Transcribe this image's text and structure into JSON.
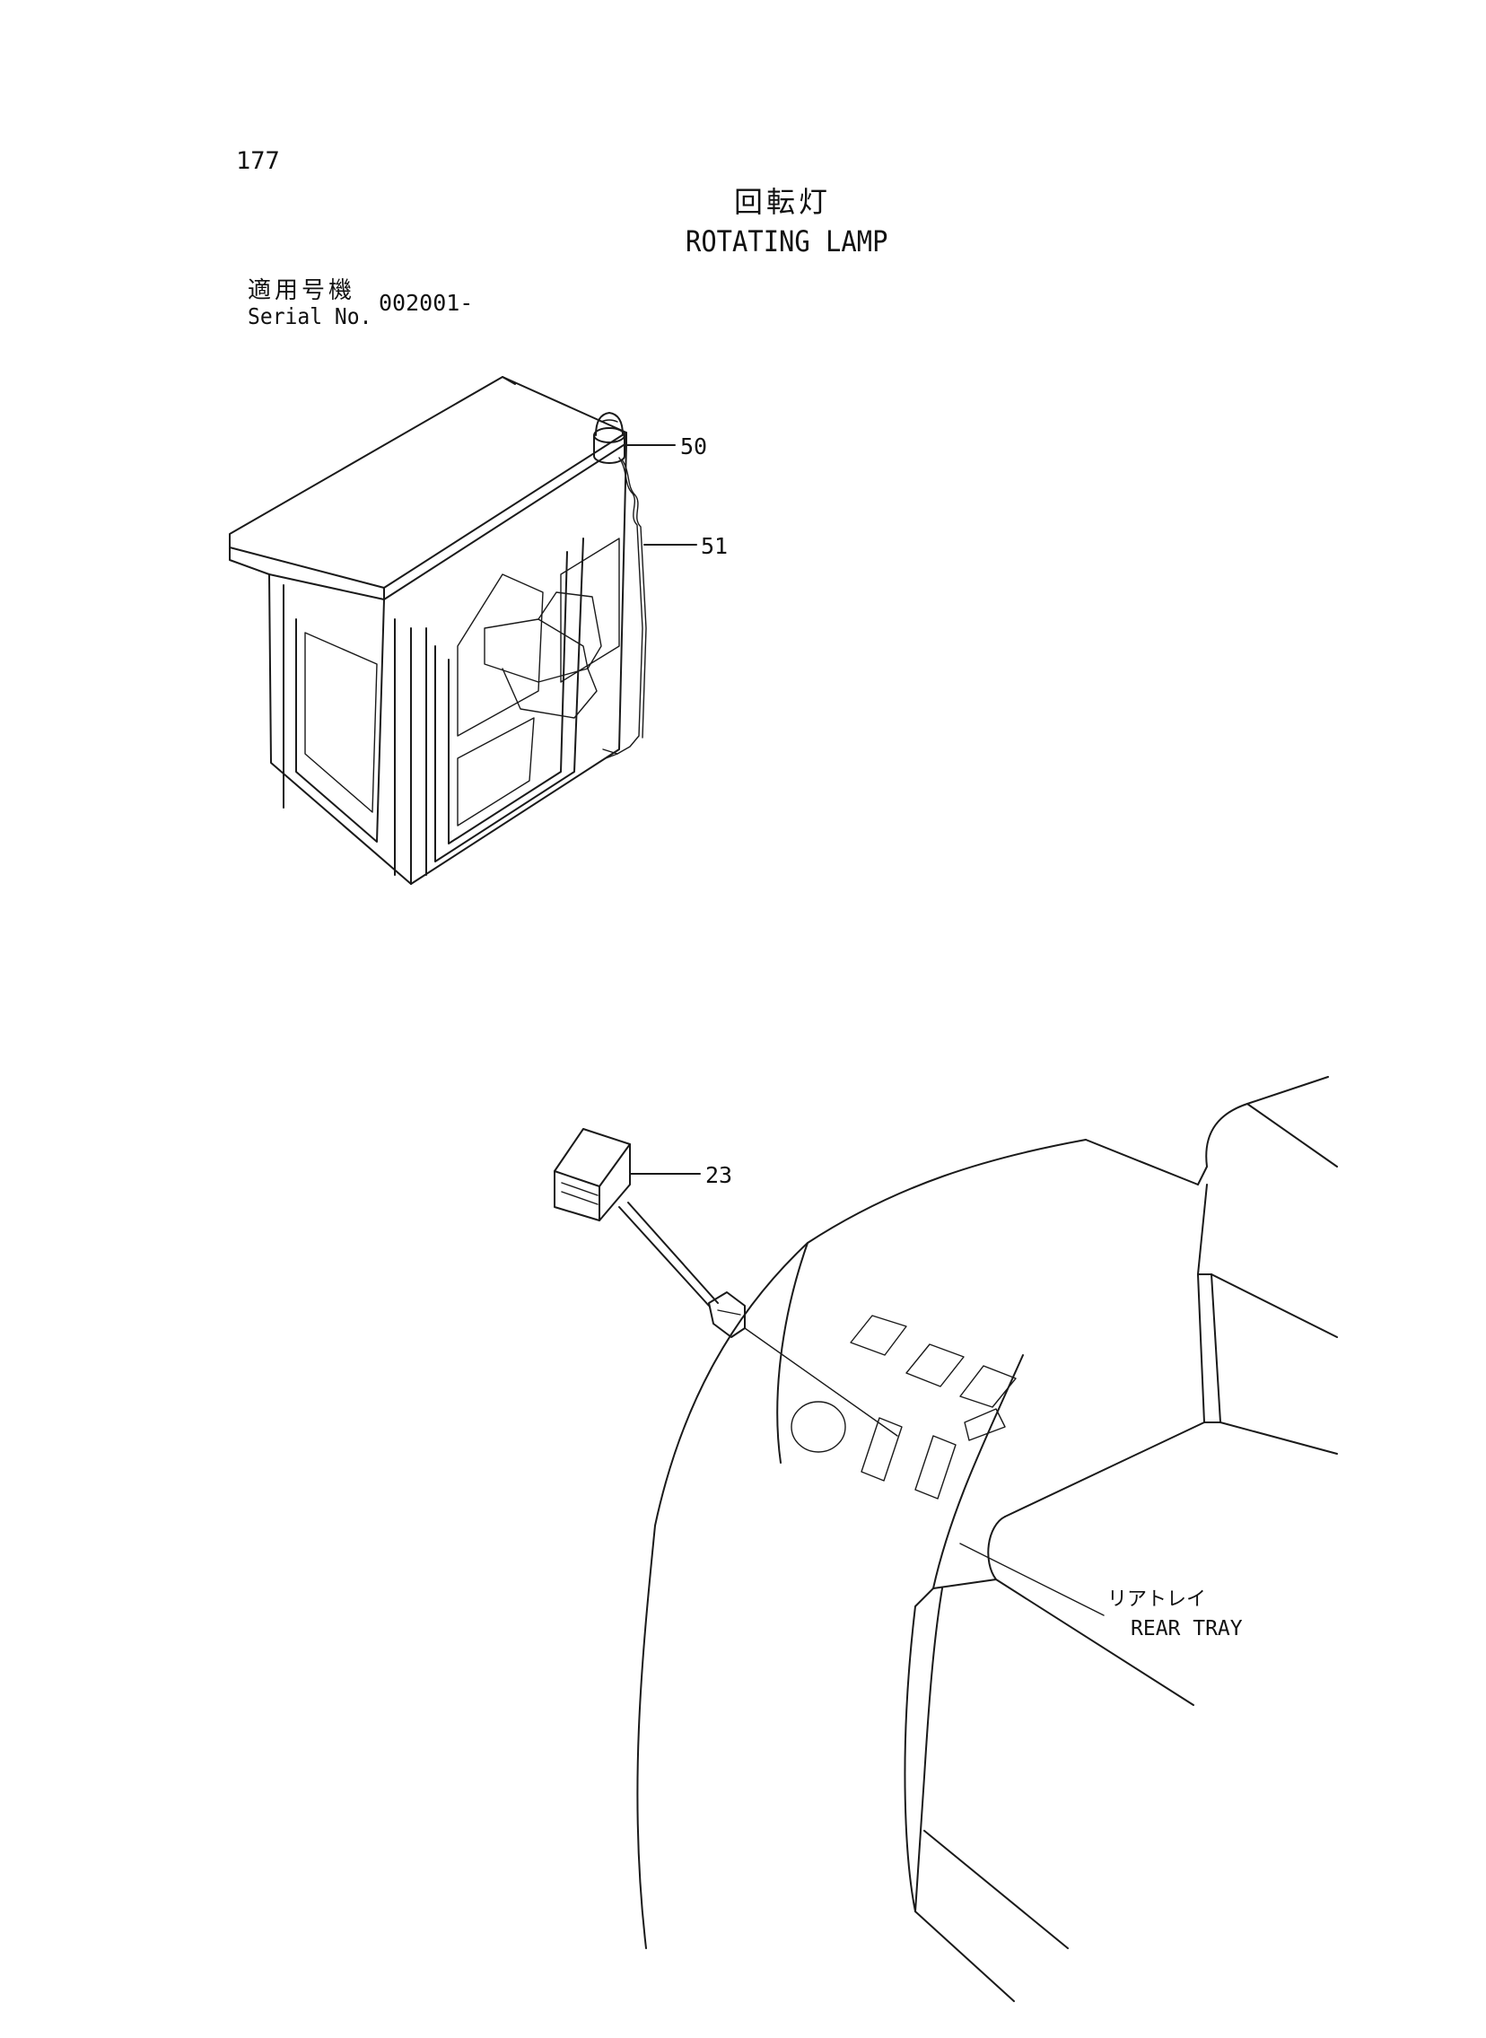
{
  "page_number": "177",
  "title": {
    "jp": "回転灯",
    "en": "ROTATING LAMP"
  },
  "serial": {
    "label_jp": "適用号機",
    "label_en": "Serial No.",
    "value": "002001-"
  },
  "callouts": {
    "lamp": "50",
    "harness": "51",
    "switch": "23"
  },
  "notes": {
    "rear_tray_jp": "リアトレイ",
    "rear_tray_en": "REAR TRAY"
  }
}
